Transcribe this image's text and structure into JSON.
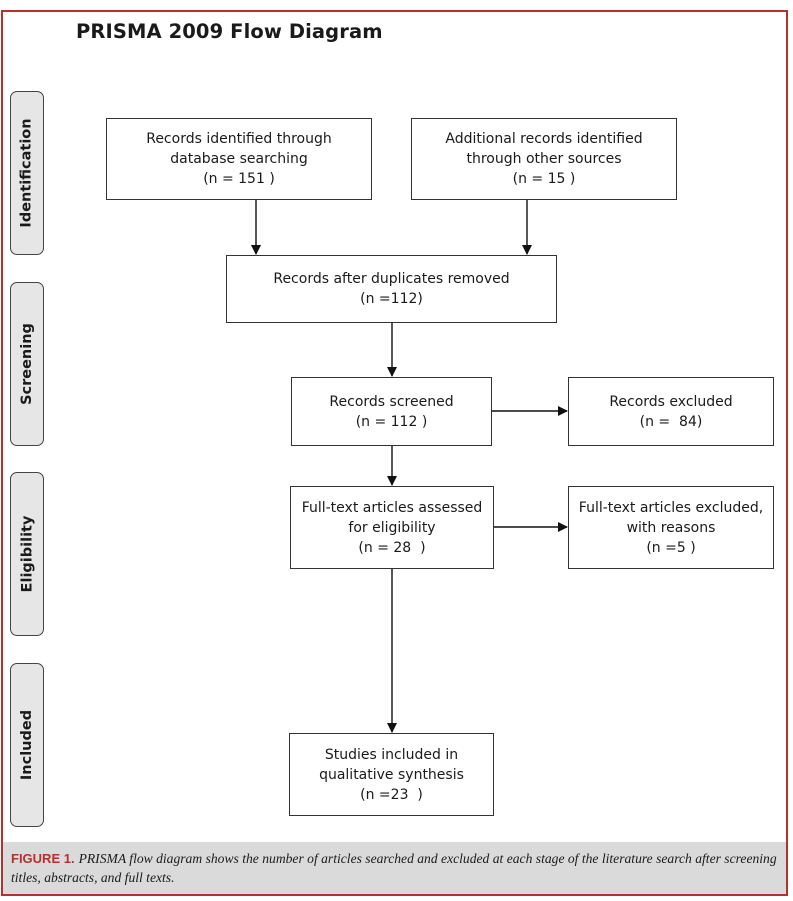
{
  "title": "PRISMA 2009 Flow Diagram",
  "phases": {
    "identification": "Identification",
    "screening": "Screening",
    "eligibility": "Eligibility",
    "included": "Included"
  },
  "boxes": {
    "database": [
      "Records identified through",
      "database searching",
      "(n = 151 )"
    ],
    "other_sources": [
      "Additional records identified",
      "through other sources",
      "(n = 15 )"
    ],
    "duplicates_removed": [
      "Records after duplicates removed",
      "(n =112)"
    ],
    "screened": [
      "Records screened",
      "(n = 112 )"
    ],
    "excluded": [
      "Records excluded",
      "(n =  84)"
    ],
    "fulltext_assessed": [
      "Full-text articles assessed",
      "for eligibility",
      "(n = 28  )"
    ],
    "fulltext_excluded": [
      "Full-text articles excluded,",
      "with reasons",
      "(n =5 )"
    ],
    "included": [
      "Studies included in",
      "qualitative synthesis",
      "(n =23  )"
    ]
  },
  "caption": {
    "label": "FIGURE 1.",
    "text": "PRISMA flow diagram shows the number of articles searched and excluded at each stage of the literature search after screening titles, abstracts, and full texts."
  }
}
